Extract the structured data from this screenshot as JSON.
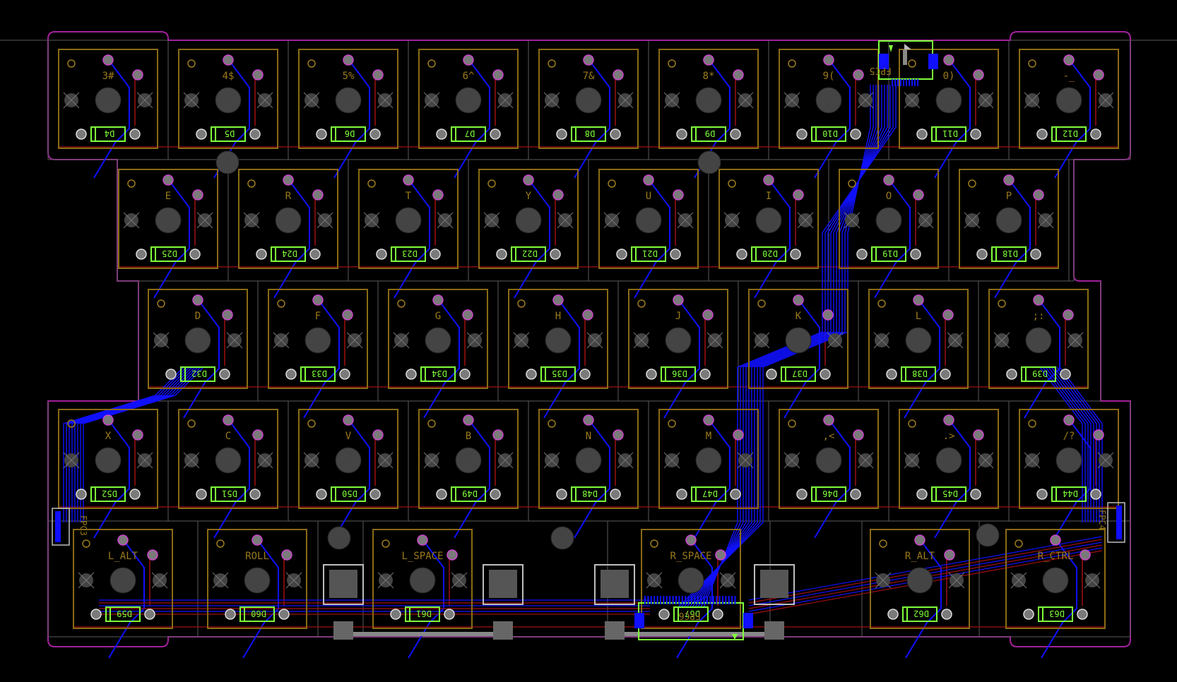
{
  "colors": {
    "background": "#000000",
    "outline": "#a0209b",
    "grid": "#5a5a5a",
    "keyOutline": "#8a6b14",
    "keyLabel": "#9a7a1c",
    "diodeOutline": "#7fff3a",
    "diodeLabel": "#7fff3a",
    "traceTop": "#1010ff",
    "traceBottom": "#a01010",
    "pad": "#7a7a7a",
    "padRing": "#cc44cc",
    "hole": "#444444",
    "stab": "#bdbdbd"
  },
  "rows": [
    {
      "keys": [
        {
          "label": "3#",
          "diode": "D4"
        },
        {
          "label": "4$",
          "diode": "D5"
        },
        {
          "label": "5%",
          "diode": "D6"
        },
        {
          "label": "6^",
          "diode": "D7"
        },
        {
          "label": "7&",
          "diode": "D8"
        },
        {
          "label": "8*",
          "diode": "D9"
        },
        {
          "label": "9(",
          "diode": "D10"
        },
        {
          "label": "0)",
          "diode": "D11"
        },
        {
          "label": "-_",
          "diode": "D12"
        }
      ]
    },
    {
      "keys": [
        {
          "label": "E",
          "diode": "D25"
        },
        {
          "label": "R",
          "diode": "D24"
        },
        {
          "label": "T",
          "diode": "D23"
        },
        {
          "label": "Y",
          "diode": "D22"
        },
        {
          "label": "U",
          "diode": "D21"
        },
        {
          "label": "I",
          "diode": "D20"
        },
        {
          "label": "O",
          "diode": "D19"
        },
        {
          "label": "P",
          "diode": "D18"
        }
      ]
    },
    {
      "keys": [
        {
          "label": "D",
          "diode": "D32"
        },
        {
          "label": "F",
          "diode": "D33"
        },
        {
          "label": "G",
          "diode": "D34"
        },
        {
          "label": "H",
          "diode": "D35"
        },
        {
          "label": "J",
          "diode": "D36"
        },
        {
          "label": "K",
          "diode": "D37"
        },
        {
          "label": "L",
          "diode": "D38"
        },
        {
          "label": ";:",
          "diode": "D39"
        }
      ]
    },
    {
      "keys": [
        {
          "label": "X",
          "diode": "D52"
        },
        {
          "label": "C",
          "diode": "D51"
        },
        {
          "label": "V",
          "diode": "D50"
        },
        {
          "label": "B",
          "diode": "D49"
        },
        {
          "label": "N",
          "diode": "D48"
        },
        {
          "label": "M",
          "diode": "D47"
        },
        {
          "label": ",<",
          "diode": "D46"
        },
        {
          "label": ".>",
          "diode": "D45"
        },
        {
          "label": "/?",
          "diode": "D44"
        }
      ]
    },
    {
      "keys": [
        {
          "label": "L_ALT",
          "diode": "D59"
        },
        {
          "label": "ROLL",
          "diode": "D60"
        },
        {
          "label": "L_SPACE",
          "diode": "D61"
        },
        {
          "label": "R_SPACE",
          "diode": "D67"
        },
        {
          "label": "R_ALT",
          "diode": "D62"
        },
        {
          "label": "R_CTRL",
          "diode": "D63"
        }
      ]
    }
  ],
  "connectors": [
    {
      "label": "FPC5"
    },
    {
      "label": "FPC6"
    },
    {
      "label": "FPC3"
    },
    {
      "label": "FPC4"
    }
  ]
}
